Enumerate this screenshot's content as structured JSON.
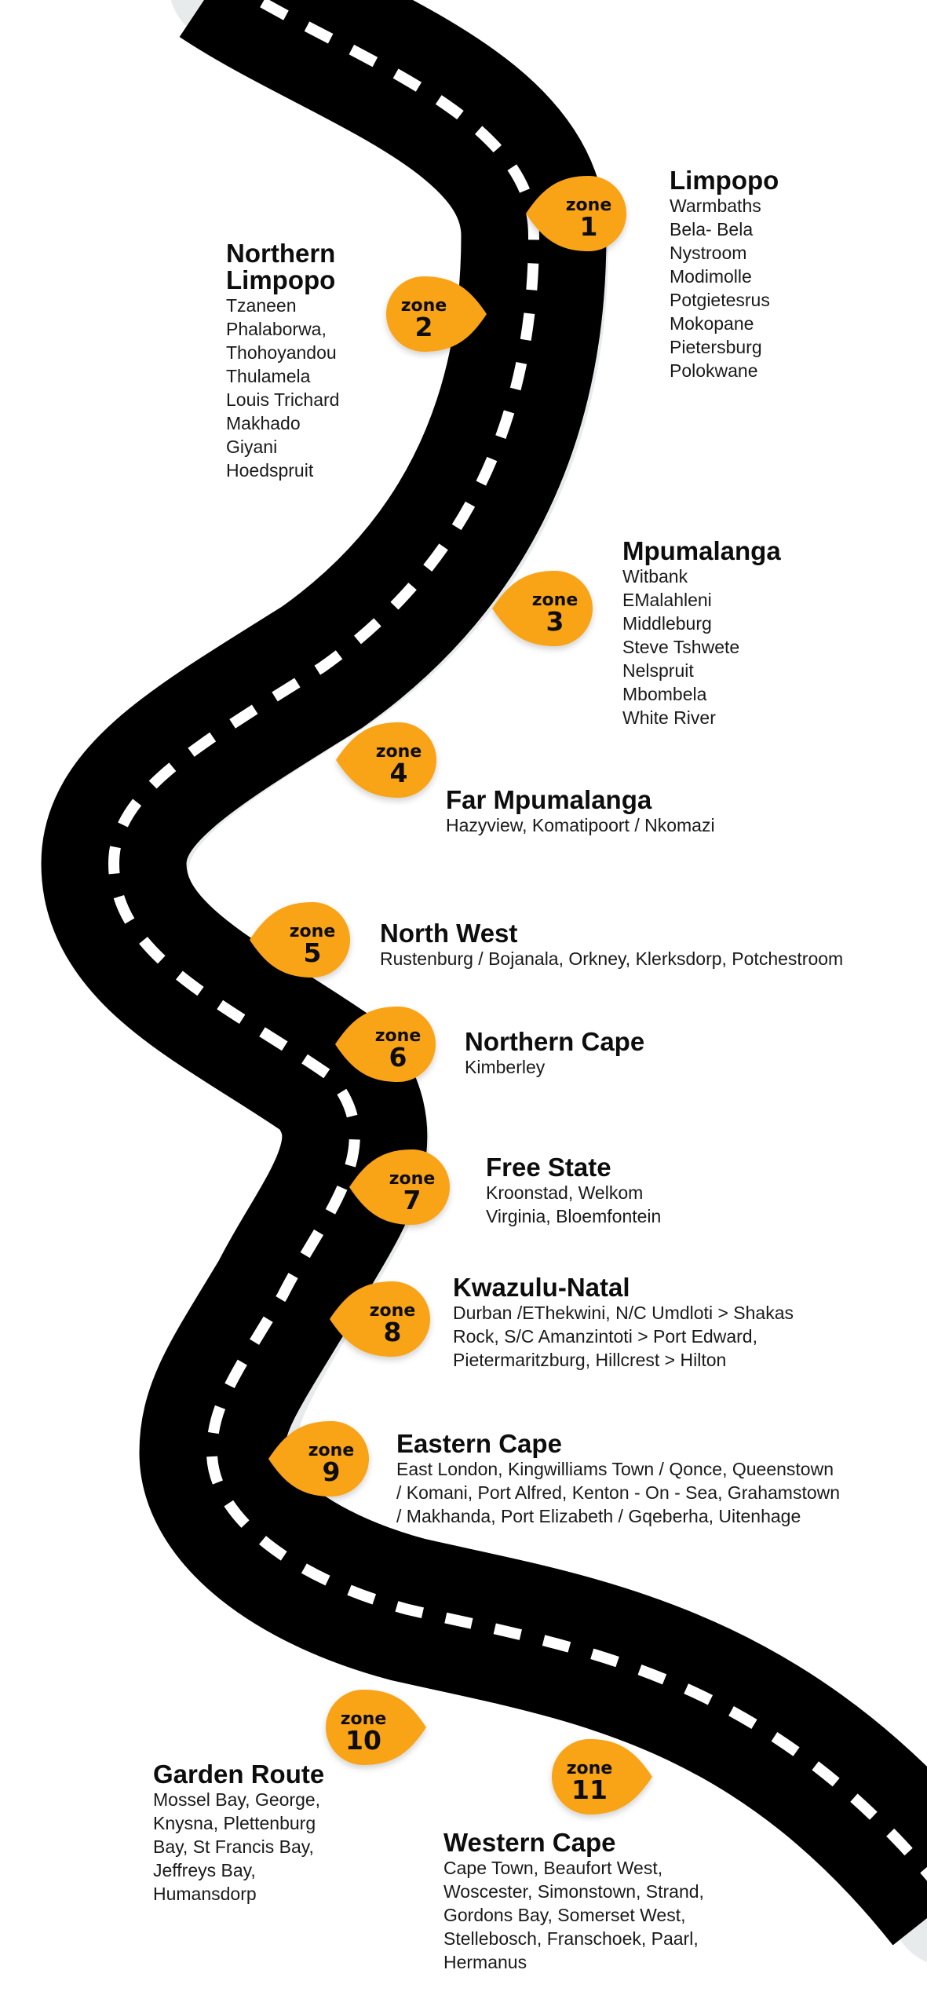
{
  "theme": {
    "road": "#000000",
    "road_shadow": "#e8ebec",
    "lane_dash": "#ffffff",
    "marker_fill": "#f9a316"
  },
  "zone_word": "zone",
  "zones": [
    {
      "num": "1",
      "name": "Limpopo",
      "towns": "Warmbaths\nBela- Bela\nNystroom\nModimolle\nPotgietesrus\nMokopane\nPietersburg\nPolokwane"
    },
    {
      "num": "2",
      "name": "Northern\nLimpopo",
      "towns": "Tzaneen\nPhalaborwa,\nThohoyandou\nThulamela\nLouis Trichard\nMakhado\nGiyani\nHoedspruit"
    },
    {
      "num": "3",
      "name": "Mpumalanga",
      "towns": "Witbank\nEMalahleni\nMiddleburg\nSteve Tshwete\nNelspruit\nMbombela\nWhite River"
    },
    {
      "num": "4",
      "name": "Far Mpumalanga",
      "towns": "Hazyview, Komatipoort / Nkomazi"
    },
    {
      "num": "5",
      "name": "North West",
      "towns": "Rustenburg / Bojanala, Orkney, Klerksdorp, Potchestroom"
    },
    {
      "num": "6",
      "name": "Northern Cape",
      "towns": "Kimberley"
    },
    {
      "num": "7",
      "name": "Free State",
      "towns": "Kroonstad, Welkom\nVirginia, Bloemfontein"
    },
    {
      "num": "8",
      "name": "Kwazulu-Natal",
      "towns": "Durban /EThekwini, N/C Umdloti > Shakas\nRock, S/C Amanzintoti > Port Edward,\nPietermaritzburg, Hillcrest > Hilton"
    },
    {
      "num": "9",
      "name": "Eastern Cape",
      "towns": "East London, Kingwilliams Town / Qonce, Queenstown\n/ Komani, Port Alfred, Kenton - On - Sea, Grahamstown\n/ Makhanda, Port Elizabeth / Gqeberha, Uitenhage"
    },
    {
      "num": "10",
      "name": "Garden Route",
      "towns": "Mossel Bay, George,\nKnysna, Plettenburg\nBay, St Francis Bay,\nJeffreys Bay,\nHumansdorp"
    },
    {
      "num": "11",
      "name": "Western Cape",
      "towns": "Cape Town, Beaufort West,\nWoscester, Simonstown, Strand,\nGordons Bay, Somerset West,\nStellebosch, Franschoek, Paarl,\nHermanus"
    }
  ]
}
